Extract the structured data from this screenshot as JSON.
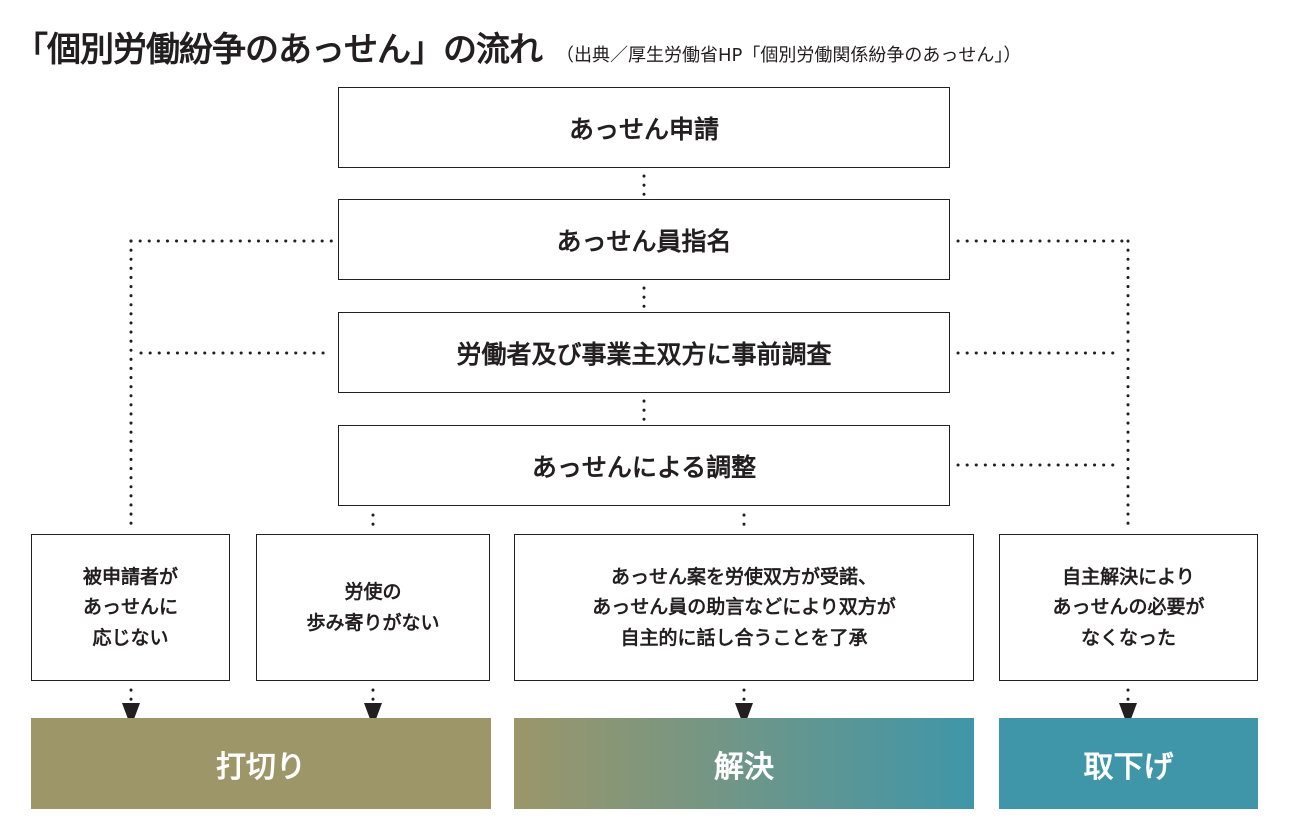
{
  "header": {
    "title": "「個別労働紛争のあっせん」の流れ",
    "source": "（出典／厚生労働省HP「個別労働関係紛争のあっせん」）"
  },
  "steps": [
    "あっせん申請",
    "あっせん員指名",
    "労働者及び事業主双方に事前調査",
    "あっせんによる調整"
  ],
  "outcomes": [
    "被申請者が\nあっせんに\n応じない",
    "労使の\n歩み寄りがない",
    "あっせん案を労使双方が受諾、\nあっせん員の助言などにより双方が\n自主的に話し合うことを了承",
    "自主解決により\nあっせんの必要が\nなくなった"
  ],
  "results": {
    "uchikiri": "打切り",
    "kaiketsu": "解決",
    "torisage": "取下げ"
  },
  "colors": {
    "olive": "#9c9669",
    "teal": "#3f96a9",
    "text": "#231f20"
  }
}
